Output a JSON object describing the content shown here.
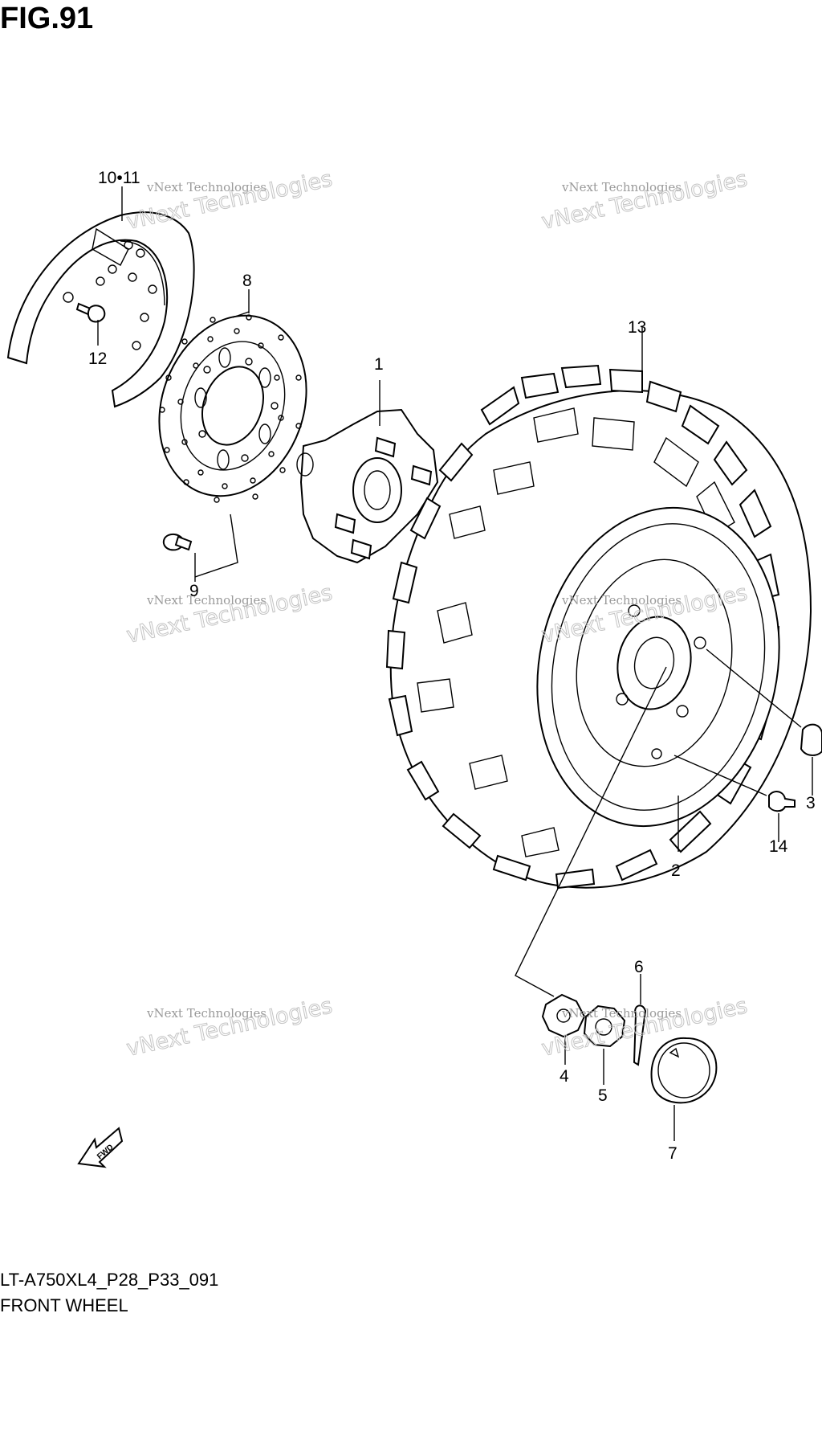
{
  "figure_title": "FIG.91",
  "model_code": "LT-A750XL4_P28_P33_091",
  "section_name": "FRONT WHEEL",
  "watermark": {
    "line1": "vNext Technologies",
    "line2": "vNext Technologies"
  },
  "fwd_label": "FWD",
  "callouts": [
    {
      "id": "p10_11",
      "label": "10•11"
    },
    {
      "id": "p8",
      "label": "8"
    },
    {
      "id": "p12",
      "label": "12"
    },
    {
      "id": "p1",
      "label": "1"
    },
    {
      "id": "p13",
      "label": "13"
    },
    {
      "id": "p9",
      "label": "9"
    },
    {
      "id": "p3",
      "label": "3"
    },
    {
      "id": "p14",
      "label": "14"
    },
    {
      "id": "p2",
      "label": "2"
    },
    {
      "id": "p6",
      "label": "6"
    },
    {
      "id": "p4",
      "label": "4"
    },
    {
      "id": "p5",
      "label": "5"
    },
    {
      "id": "p7",
      "label": "7"
    }
  ],
  "colors": {
    "line": "#000000",
    "background": "#ffffff",
    "watermark": "#b0b0b0"
  }
}
